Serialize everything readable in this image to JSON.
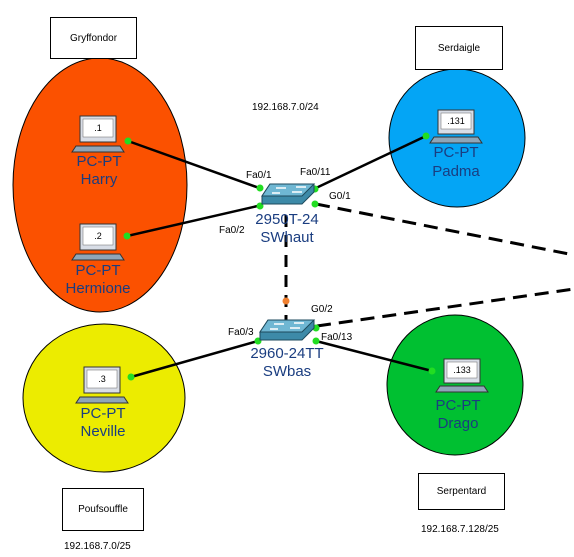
{
  "notes": {
    "gryffondor": "Gryffondor",
    "serdaigle": "Serdaigle",
    "poufsouffle": "Poufsouffle",
    "serpentard": "Serpentard"
  },
  "subnets": {
    "top": "192.168.7.0/24",
    "bottom_left": "192.168.7.0/25",
    "bottom_right": "192.168.7.128/25"
  },
  "zone_colors": {
    "gryffondor": "#fb5100",
    "serdaigle": "#04a5f5",
    "poufsouffle": "#ecec00",
    "serpentard": "#00c031"
  },
  "devices": {
    "harry": {
      "type": "PC-PT",
      "name": "Harry",
      "screen": ".1"
    },
    "hermione": {
      "type": "PC-PT",
      "name": "Hermione",
      "screen": ".2"
    },
    "neville": {
      "type": "PC-PT",
      "name": "Neville",
      "screen": ".3"
    },
    "padma": {
      "type": "PC-PT",
      "name": "Padma",
      "screen": ".131"
    },
    "drago": {
      "type": "PC-PT",
      "name": "Drago",
      "screen": ".133"
    },
    "swhaut": {
      "type": "2950T-24",
      "name": "SWhaut"
    },
    "swbas": {
      "type": "2960-24TT",
      "name": "SWbas"
    }
  },
  "ports": {
    "swhaut_fa01": "Fa0/1",
    "swhaut_fa02": "Fa0/2",
    "swhaut_fa011": "Fa0/11",
    "swhaut_g01": "G0/1",
    "swbas_fa03": "Fa0/3",
    "swbas_fa013": "Fa0/13",
    "swbas_g02": "G0/2"
  }
}
